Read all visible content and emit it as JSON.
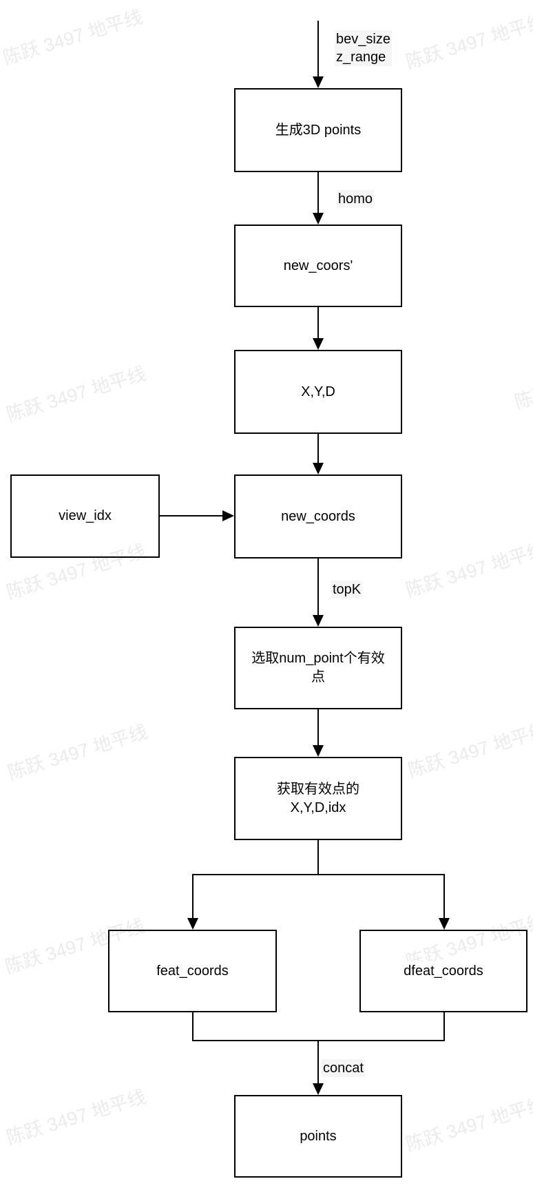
{
  "watermark": {
    "text": "陈跃 3497 地平线",
    "color": "#ebebeb"
  },
  "colors": {
    "line": "#000000",
    "background": "#ffffff",
    "label_bg": "#f5f5f5"
  },
  "nodes": {
    "gen3d": "生成3D points",
    "new_coors": "new_coors'",
    "xyd": "X,Y,D",
    "view_idx": "view_idx",
    "new_coords": "new_coords",
    "select_points": "选取num_point个有效\n点",
    "get_valid": "获取有效点的\nX,Y,D,idx",
    "feat_coords": "feat_coords",
    "dfeat_coords": "dfeat_coords",
    "points": "points"
  },
  "edge_labels": {
    "input": "bev_size\nz_range",
    "homo": "homo",
    "topk": "topK",
    "concat": "concat"
  }
}
